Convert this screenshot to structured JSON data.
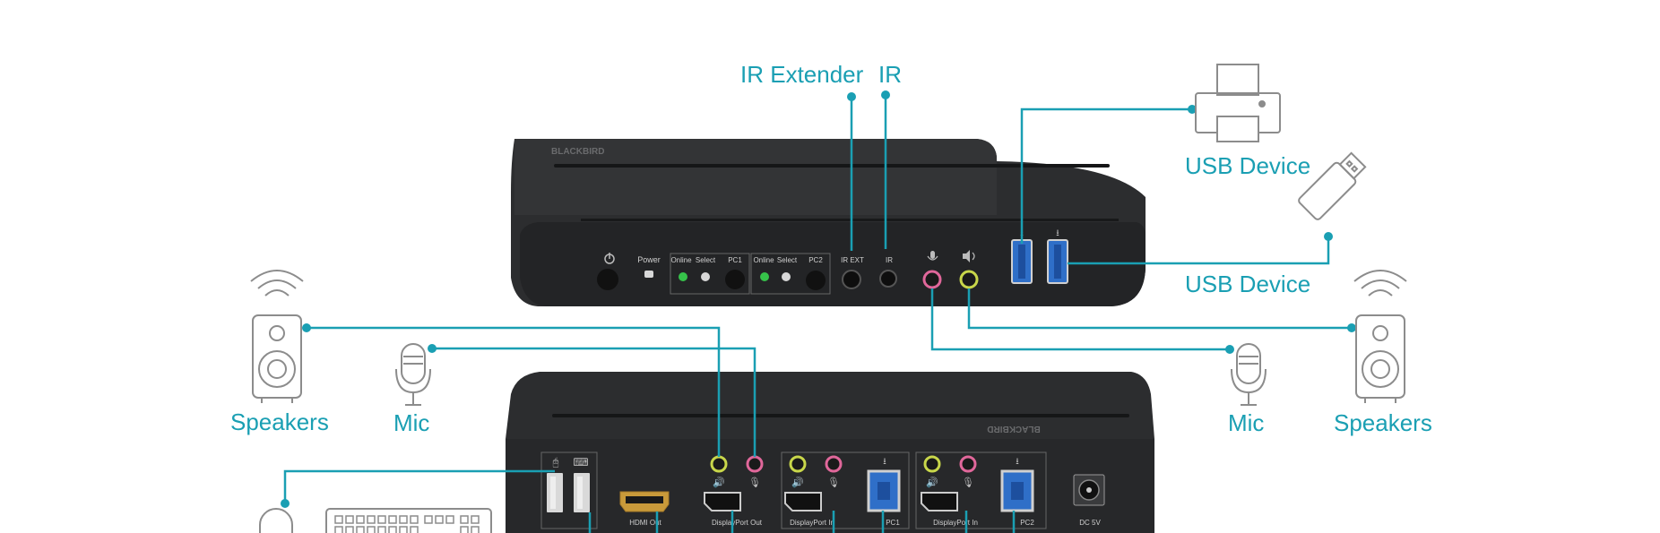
{
  "labels": {
    "ir_extender": "IR Extender",
    "ir": "IR",
    "usb_device_top": "USB Device",
    "usb_device_mid": "USB Device",
    "speakers_left": "Speakers",
    "mic_left": "Mic",
    "mic_right": "Mic",
    "speakers_right": "Speakers"
  },
  "front_panel": {
    "brand": "BLACKBIRD",
    "power": "Power",
    "pc1_online": "Online",
    "pc1_select": "Select",
    "pc1": "PC1",
    "pc2_online": "Online",
    "pc2_select": "Select",
    "pc2": "PC2",
    "ir_ext": "IR EXT",
    "ir": "IR"
  },
  "rear_panel": {
    "brand": "BLACKBIRD",
    "hdmi_out": "HDMI Out",
    "displayport_out": "DisplayPort Out",
    "displayport_in_1": "DisplayPort In",
    "pc1": "PC1",
    "displayport_in_2": "DisplayPort In",
    "pc2": "PC2",
    "dc": "DC 5V"
  },
  "colors": {
    "accent": "#1a9fb3",
    "device_body": "#2e2f31",
    "device_dark": "#1c1d1f",
    "icon_gray": "#8c8c8c",
    "audio_pink": "#e0679a",
    "audio_green": "#c8d64a",
    "usb_blue": "#2f6fc8",
    "led_green": "#36c24a"
  }
}
